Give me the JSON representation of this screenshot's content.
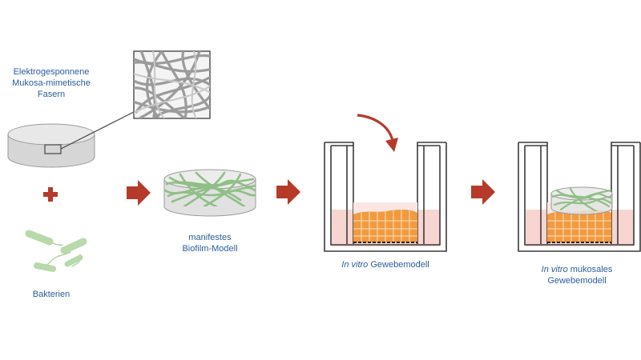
{
  "labels": {
    "fibers_line1": "Elektrogesponnene",
    "fibers_line2": "Mukosa-mimetische",
    "fibers_line3": "Fasern",
    "bacteria": "Bakterien",
    "biofilm_line1": "manifestes",
    "biofilm_line2": "Biofilm-Modell",
    "tissue_italic": "In vitro",
    "tissue_rest": "Gewebemodell",
    "mucosal_italic": "In vitro",
    "mucosal_rest": "mukosales",
    "mucosal_line2": "Gewebemodell"
  },
  "colors": {
    "label_text": "#2a5d9a",
    "arrow": "#b53a2a",
    "plus": "#b53a2a",
    "fiber_green": "#8fbf86",
    "cell_orange": "#f19a3e",
    "medium_pink": "#f6d3cf",
    "dish_gray": "#d9d9d9"
  },
  "icons": [
    "plus-icon",
    "right-arrow-icon",
    "curved-arrow-icon",
    "bacteria-icon",
    "fiber-mesh-icon"
  ]
}
